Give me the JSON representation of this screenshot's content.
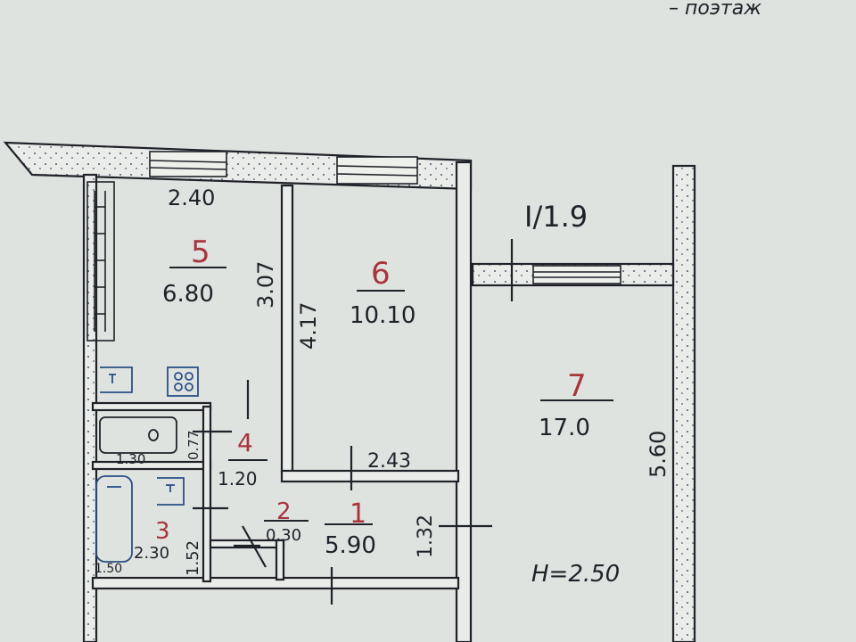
{
  "corner_note": "– поэтаж",
  "rooms": [
    {
      "number": "1",
      "area": "5.90"
    },
    {
      "number": "2",
      "area": "0.30"
    },
    {
      "number": "3",
      "area": "2.30"
    },
    {
      "number": "4",
      "area": "1.20"
    },
    {
      "number": "5",
      "area": "6.80"
    },
    {
      "number": "6",
      "area": "10.10"
    },
    {
      "number": "7",
      "area": "17.0"
    }
  ],
  "balcony": {
    "label": "I/1.9"
  },
  "dimensions": {
    "room5_width": "2.40",
    "room5_depth": "3.07",
    "room6_depth": "4.17",
    "hall_width": "2.43",
    "hall_depth": "1.32",
    "room7_depth": "5.60",
    "wc_depth": "0.77",
    "wc_width": "1.30",
    "bath_depth": "1.52",
    "bath_width": "1.50"
  },
  "ceiling_height": "H=2.50",
  "colors": {
    "paper": "#dfe3e0",
    "ink": "#1f2228",
    "room_number": "#a8343c",
    "fixture": "#2a4f86"
  }
}
